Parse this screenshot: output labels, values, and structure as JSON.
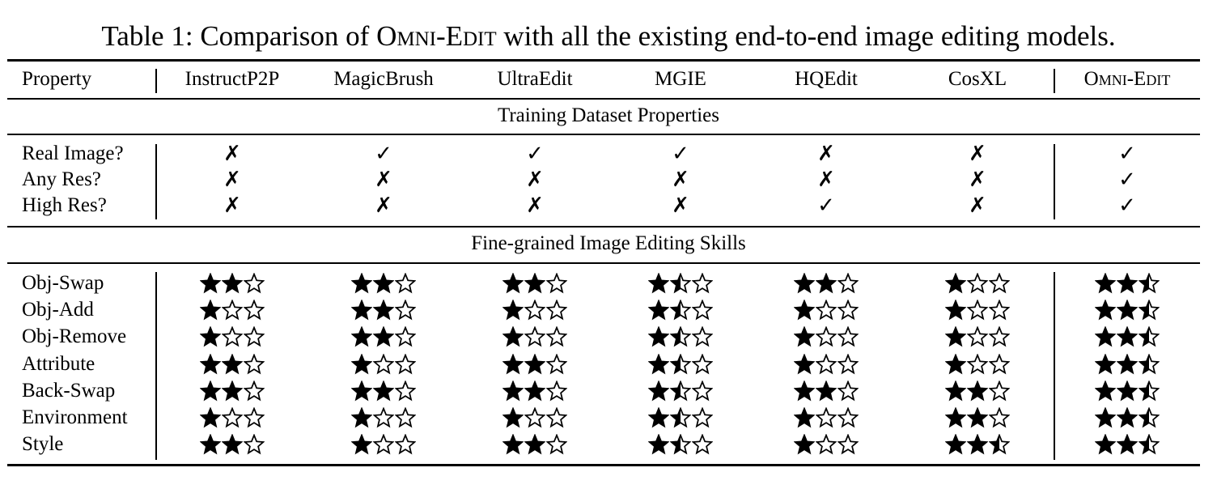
{
  "caption": {
    "prefix": "Table 1: Comparison of ",
    "name": "Omni-Edit",
    "suffix": " with all the existing end-to-end image editing models."
  },
  "header": {
    "property": "Property",
    "models": [
      "InstructP2P",
      "MagicBrush",
      "UltraEdit",
      "MGIE",
      "HQEdit",
      "CosXL",
      "Omni-Edit"
    ]
  },
  "sections": {
    "dataset": {
      "title": "Training Dataset Properties",
      "rows": [
        {
          "label": "Real Image?",
          "values": [
            "✗",
            "✓",
            "✓",
            "✓",
            "✗",
            "✗",
            "✓"
          ]
        },
        {
          "label": "Any Res?",
          "values": [
            "✗",
            "✗",
            "✗",
            "✗",
            "✗",
            "✗",
            "✓"
          ]
        },
        {
          "label": "High Res?",
          "values": [
            "✗",
            "✗",
            "✗",
            "✗",
            "✓",
            "✗",
            "✓"
          ]
        }
      ]
    },
    "skills": {
      "title": "Fine-grained Image Editing Skills",
      "max_stars": 3,
      "rows": [
        {
          "label": "Obj-Swap",
          "ratings": [
            2,
            2,
            2,
            1.5,
            2,
            1,
            2.5
          ]
        },
        {
          "label": "Obj-Add",
          "ratings": [
            1,
            2,
            1,
            1.5,
            1,
            1,
            2.5
          ]
        },
        {
          "label": "Obj-Remove",
          "ratings": [
            1,
            2,
            1,
            1.5,
            1,
            1,
            2.5
          ]
        },
        {
          "label": "Attribute",
          "ratings": [
            2,
            1,
            2,
            1.5,
            1,
            1,
            2.5
          ]
        },
        {
          "label": "Back-Swap",
          "ratings": [
            2,
            2,
            2,
            1.5,
            2,
            2,
            2.5
          ]
        },
        {
          "label": "Environment",
          "ratings": [
            1,
            1,
            1,
            1.5,
            1,
            2,
            2.5
          ]
        },
        {
          "label": "Style",
          "ratings": [
            2,
            1,
            2,
            1.5,
            1,
            2.5,
            2.5
          ]
        }
      ]
    }
  },
  "colors": {
    "ink": "#000000",
    "background": "#ffffff"
  }
}
